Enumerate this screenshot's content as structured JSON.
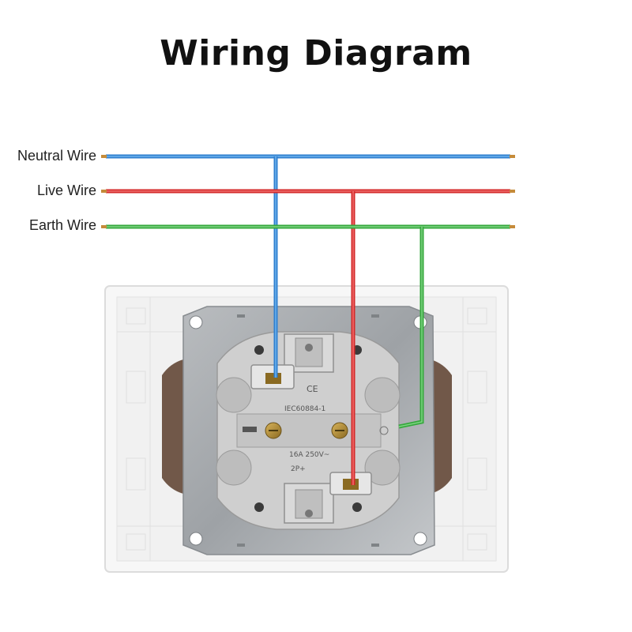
{
  "title": "Wiring Diagram",
  "wires": {
    "neutral": {
      "label": "Neutral Wire",
      "color": "#3c8fdc"
    },
    "live": {
      "label": "Live Wire",
      "color": "#e53935"
    },
    "earth": {
      "label": "Earth Wire",
      "color": "#43b649"
    }
  },
  "socket_markings": {
    "ce": "CE",
    "standard": "IEC60884-1",
    "rating": "16A 250V~",
    "poles": "2P+"
  }
}
